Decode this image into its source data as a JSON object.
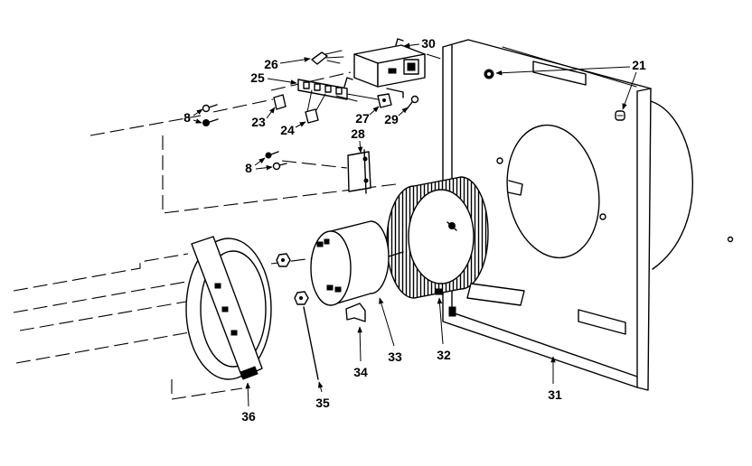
{
  "colors": {
    "ink": "#000000",
    "paper": "#ffffff"
  },
  "callouts": {
    "part_30": "30",
    "part_21": "21",
    "part_26": "26",
    "part_25": "25",
    "part_8_upper": "8",
    "part_23": "23",
    "part_24": "24",
    "part_27": "27",
    "part_29": "29",
    "part_28": "28",
    "part_8_lower": "8",
    "part_36": "36",
    "part_35": "35",
    "part_34": "34",
    "part_33": "33",
    "part_32": "32",
    "part_31": "31"
  }
}
